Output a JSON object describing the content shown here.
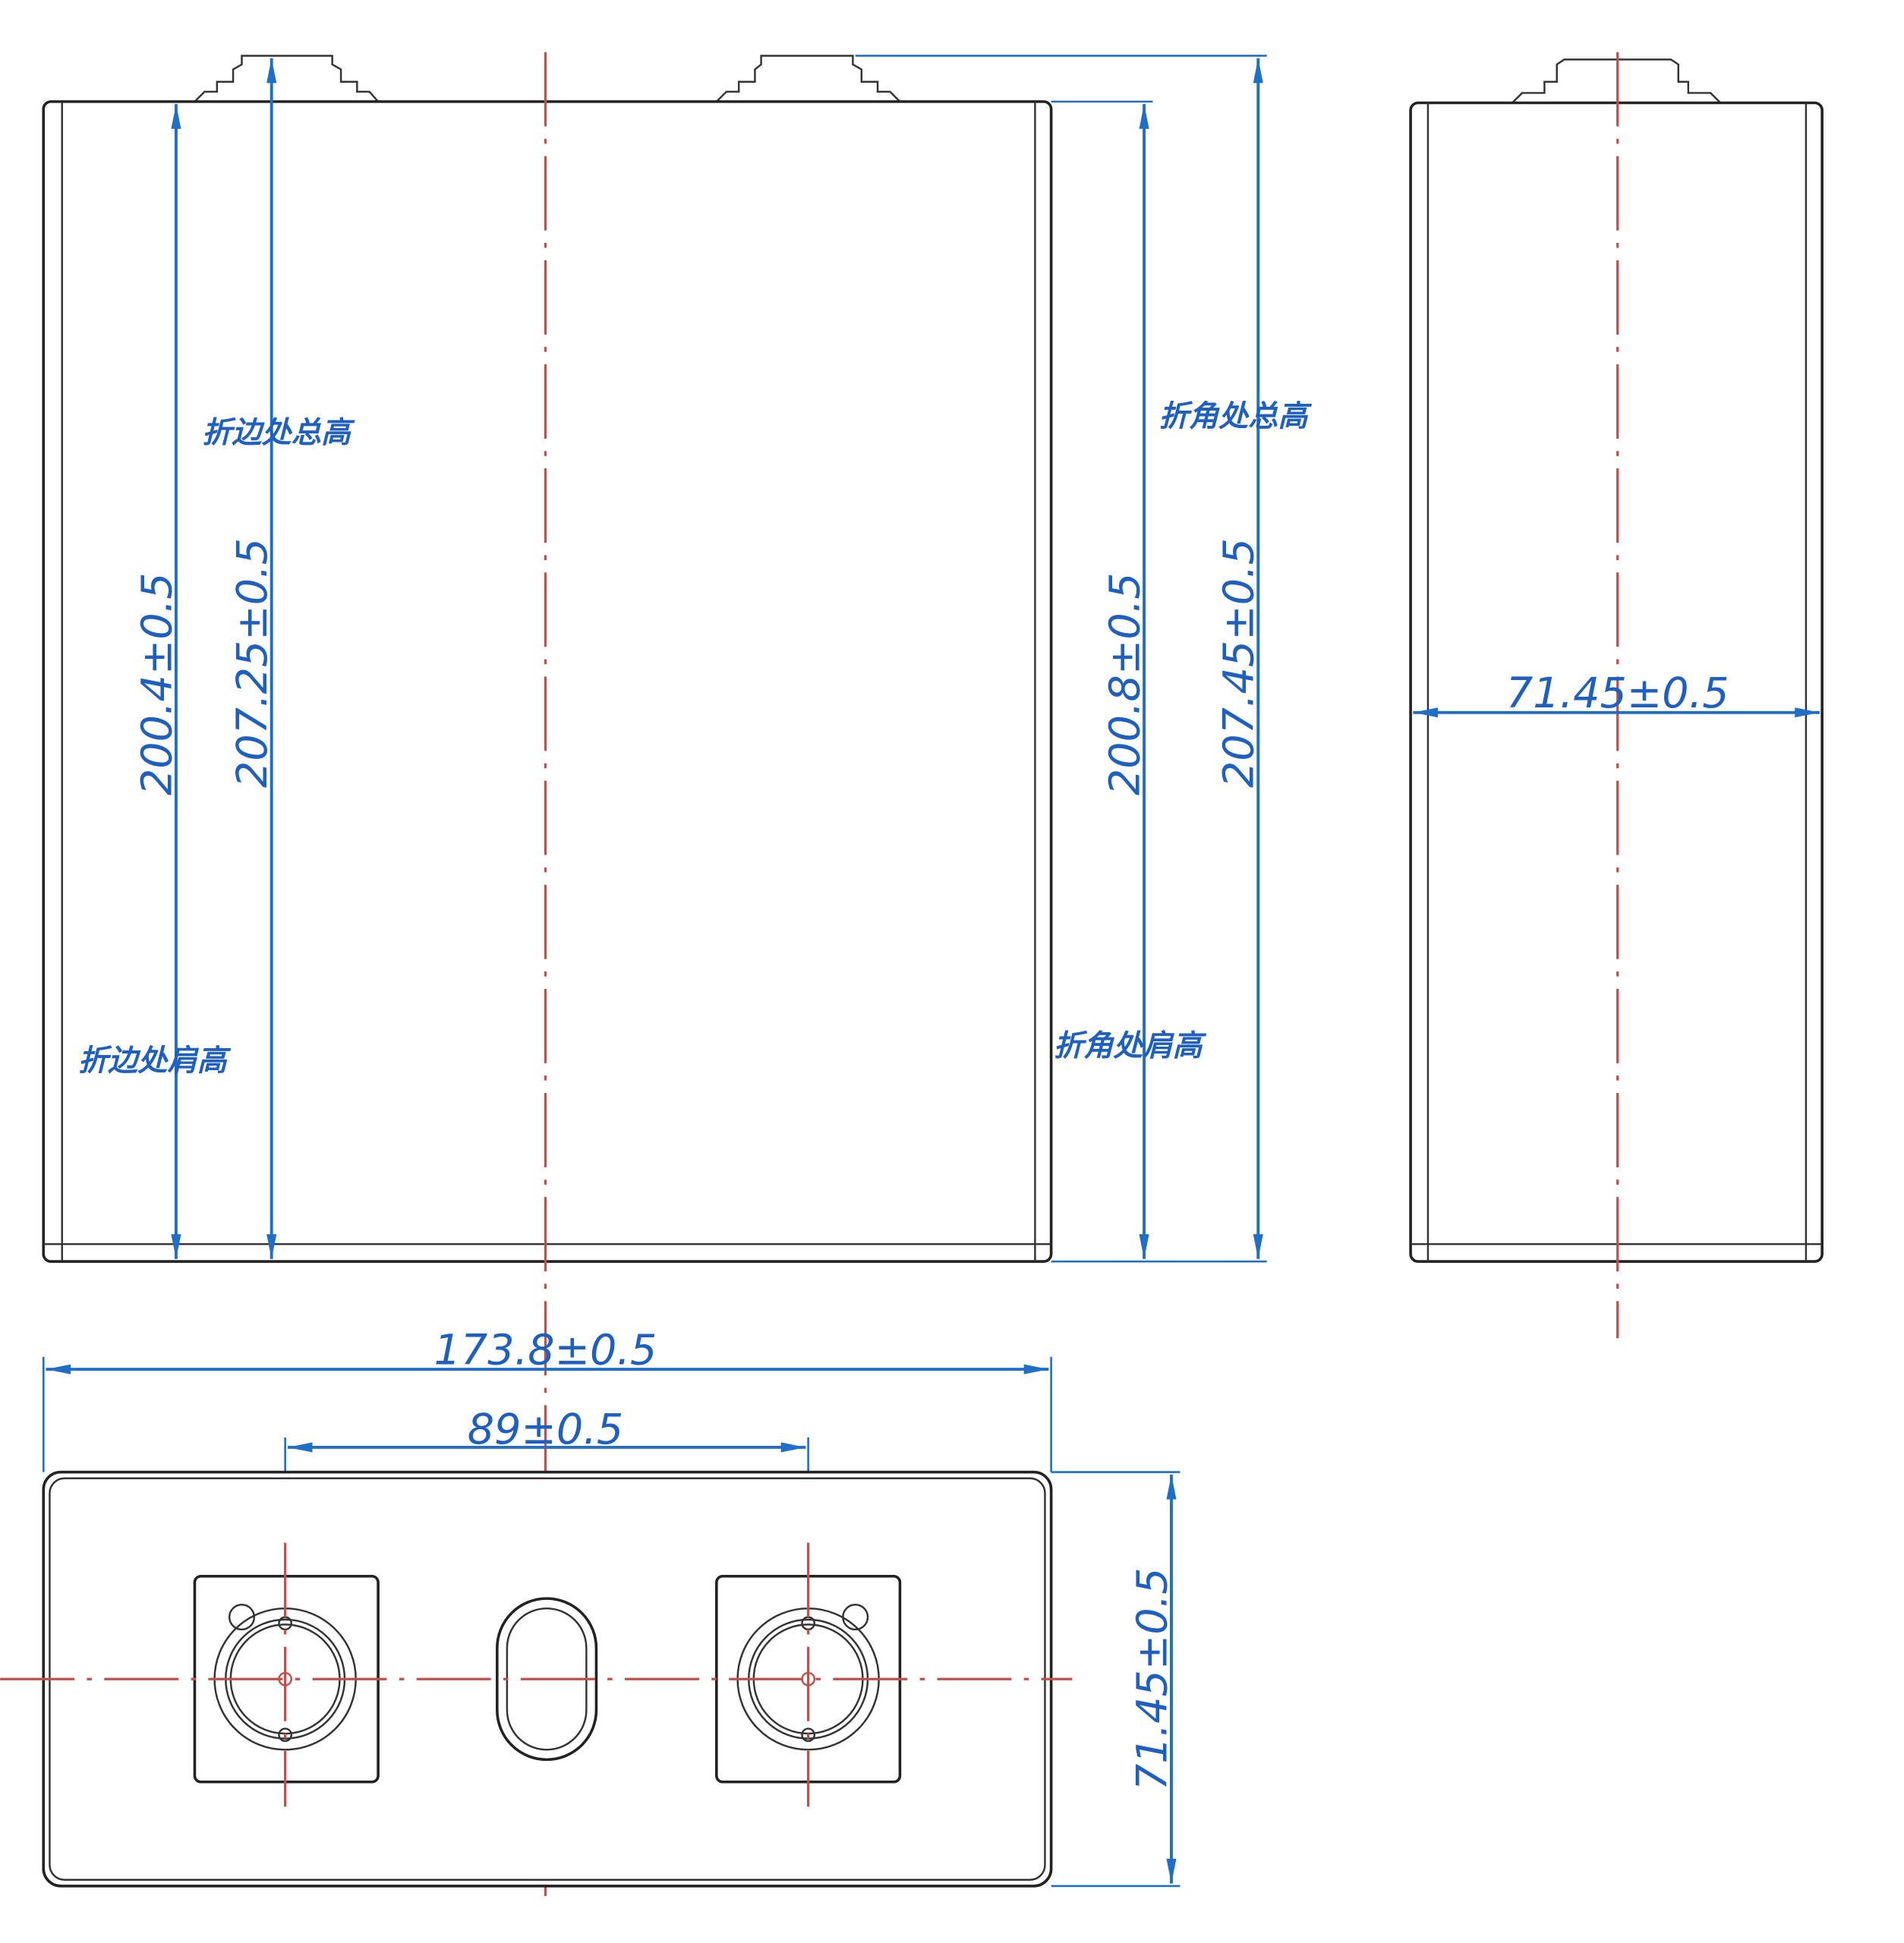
{
  "front_view": {
    "dims": {
      "edge_shoulder_height": "200.4±0.5",
      "edge_total_height": "207.25±0.5",
      "corner_shoulder_height": "200.8±0.5",
      "corner_total_height": "207.45±0.5"
    },
    "labels": {
      "edge_total": "折边处总高",
      "edge_shoulder": "折边处肩高",
      "corner_total": "折角处总高",
      "corner_shoulder": "折角处肩高"
    }
  },
  "side_view": {
    "thickness": "71.45±0.5"
  },
  "top_view": {
    "length": "173.8±0.5",
    "terminal_pitch": "89±0.5",
    "thickness": "71.45±0.5"
  },
  "colors": {
    "dimension": "#1f6fc9",
    "centerline": "#c0504d",
    "outline": "#222222"
  }
}
